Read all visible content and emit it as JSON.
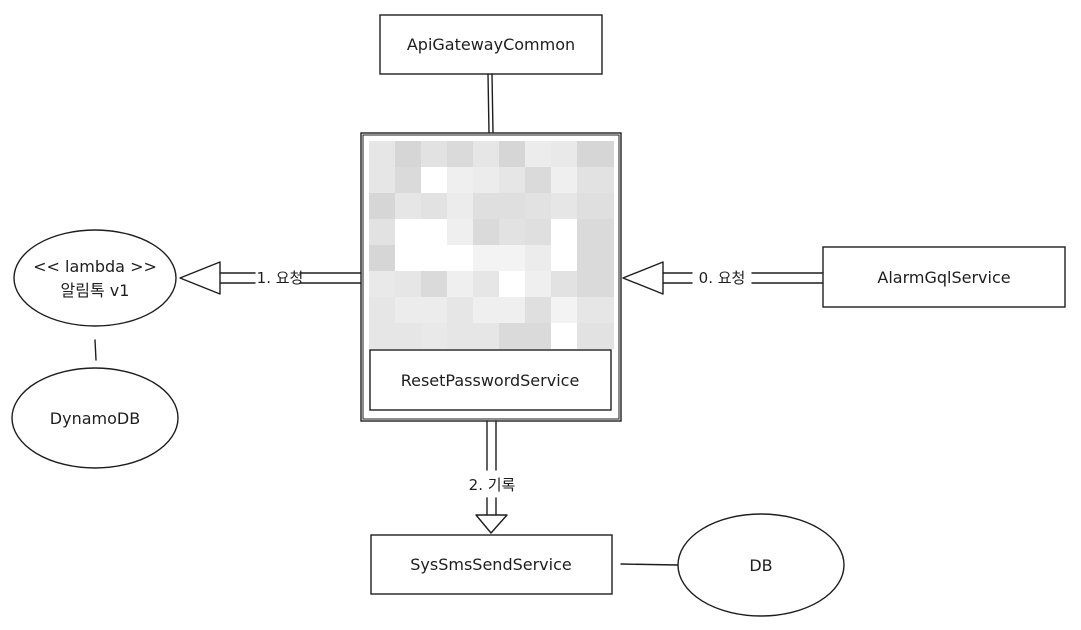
{
  "nodes": {
    "api_gateway": "ApiGatewayCommon",
    "lambda_stereotype": "<< lambda >>",
    "lambda_name": "알림톡 v1",
    "dynamodb": "DynamoDB",
    "reset_password": "ResetPasswordService",
    "alarm_gql": "AlarmGqlService",
    "sys_sms": "SysSmsSendService",
    "db": "DB"
  },
  "edges": {
    "request_1": "1. 요청",
    "request_0": "0. 요청",
    "record_2": "2. 기록"
  }
}
